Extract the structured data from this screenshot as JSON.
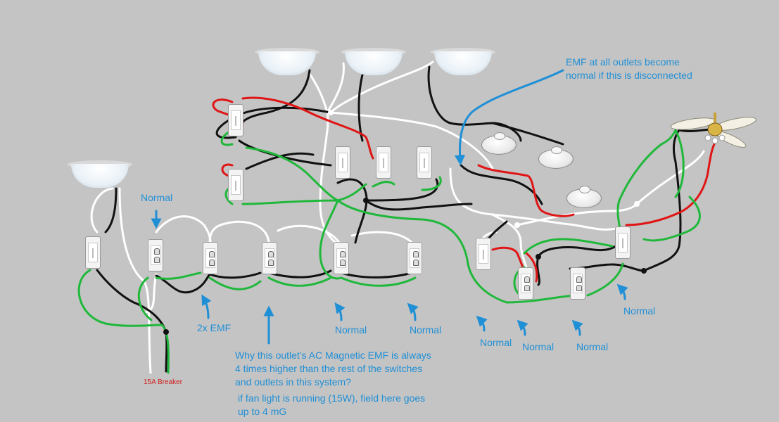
{
  "labels": {
    "normal_1": "Normal",
    "emf_2x": "2x EMF",
    "normal_2": "Normal",
    "normal_3": "Normal",
    "normal_4": "Normal",
    "normal_5": "Normal",
    "normal_6": "Normal",
    "normal_7": "Normal",
    "emf_note": "EMF at all outlets become normal if this is disconnected",
    "question": "Why this outlet's AC Magnetic EMF is always 4 times higher than the rest of the switches and outlets in this system?",
    "fan_note": "if fan light is running (15W), field here goes up to 4 mG",
    "breaker": "15A Breaker"
  },
  "colors": {
    "background": "#c4c4c4",
    "wire_black": "#111111",
    "wire_white": "#ffffff",
    "wire_red": "#e01515",
    "wire_green": "#1fb83a",
    "annotation_blue": "#1f8fd6",
    "breaker_red": "#d02020"
  },
  "icons": {
    "light_fixture": "dome-ceiling-light-icon",
    "switch": "light-switch-icon",
    "outlet": "duplex-outlet-icon",
    "smoke_detector": "smoke-detector-icon",
    "ceiling_fan": "ceiling-fan-icon",
    "arrow": "blue-arrow-icon"
  }
}
